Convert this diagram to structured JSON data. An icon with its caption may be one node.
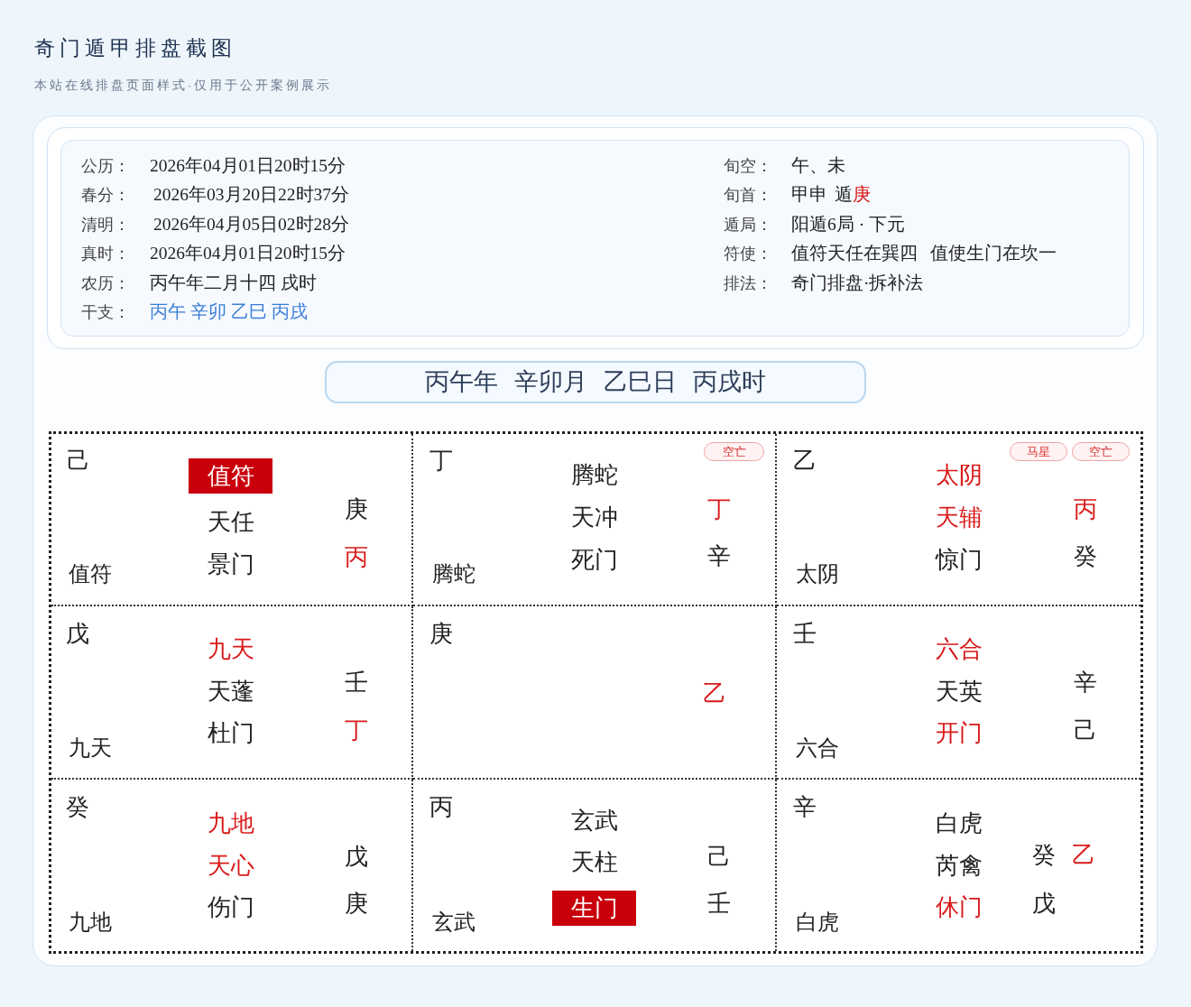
{
  "diagram": {
    "title": "奇门遁甲排盘截图",
    "labels": [
      "本站在线排盘页面样式·仅用于公开案例展示"
    ],
    "nodes": [
      {
        "text": [],
        "shape": "box"
      },
      {
        "text": [
          "公历：",
          "2026年04月01日20时15分",
          "春分：",
          "2026年03月20日22时37分",
          "清明：",
          "2026年04月05日02时28分",
          "真时：",
          "2026年04月01日20时15分",
          "农历：",
          "丙午年二月十四 戌时",
          "干支：",
          "丙午 辛卯 乙巳 丙戌",
          "旬空：",
          "午、未",
          "旬首：",
          "甲申",
          "遁",
          "庚",
          "遁局：",
          "阳遁6局 · 下元",
          "符使：",
          "值符天任在巽四",
          "值使生门在坎一",
          "排法：",
          "奇门排盘·拆补法"
        ],
        "in": 0
      },
      {
        "text": [
          "丙午年",
          "辛卯月",
          "乙巳日",
          "丙戌时"
        ],
        "in": 0
      },
      {
        "text": [],
        "shape": "box",
        "in": 0
      },
      {
        "text": [
          "己",
          "天任",
          "庚",
          "景门",
          "丙",
          "值符"
        ],
        "in": 3
      },
      {
        "text": [
          "值符"
        ],
        "in": 4
      },
      {
        "text": [
          "丁",
          "腾蛇",
          "天冲",
          "丁",
          "死门",
          "辛",
          "腾蛇"
        ],
        "in": 3
      },
      {
        "text": [
          "空亡"
        ],
        "in": 6
      },
      {
        "text": [
          "乙",
          "太阴",
          "天辅",
          "丙",
          "惊门",
          "癸",
          "太阴"
        ],
        "in": 3
      },
      {
        "text": [
          "马星"
        ],
        "in": 8
      },
      {
        "text": [
          "空亡"
        ],
        "in": 8
      },
      {
        "text": [
          "戊",
          "九天",
          "天蓬",
          "壬",
          "杜门",
          "丁",
          "九天"
        ],
        "in": 3
      },
      {
        "text": [
          "庚",
          "乙"
        ],
        "in": 3
      },
      {
        "text": [
          "壬",
          "六合",
          "天英",
          "辛",
          "开门",
          "己",
          "六合"
        ],
        "in": 3
      },
      {
        "text": [
          "癸",
          "九地",
          "天心",
          "戊",
          "伤门",
          "庚",
          "九地"
        ],
        "in": 3
      },
      {
        "text": [
          "丙",
          "玄武",
          "天柱",
          "己",
          "壬",
          "玄武"
        ],
        "in": 3
      },
      {
        "text": [
          "生门"
        ],
        "in": 15
      },
      {
        "text": [
          "辛",
          "白虎",
          "芮禽",
          "癸",
          "乙",
          "休门",
          "戊",
          "白虎"
        ],
        "in": 3
      }
    ]
  }
}
